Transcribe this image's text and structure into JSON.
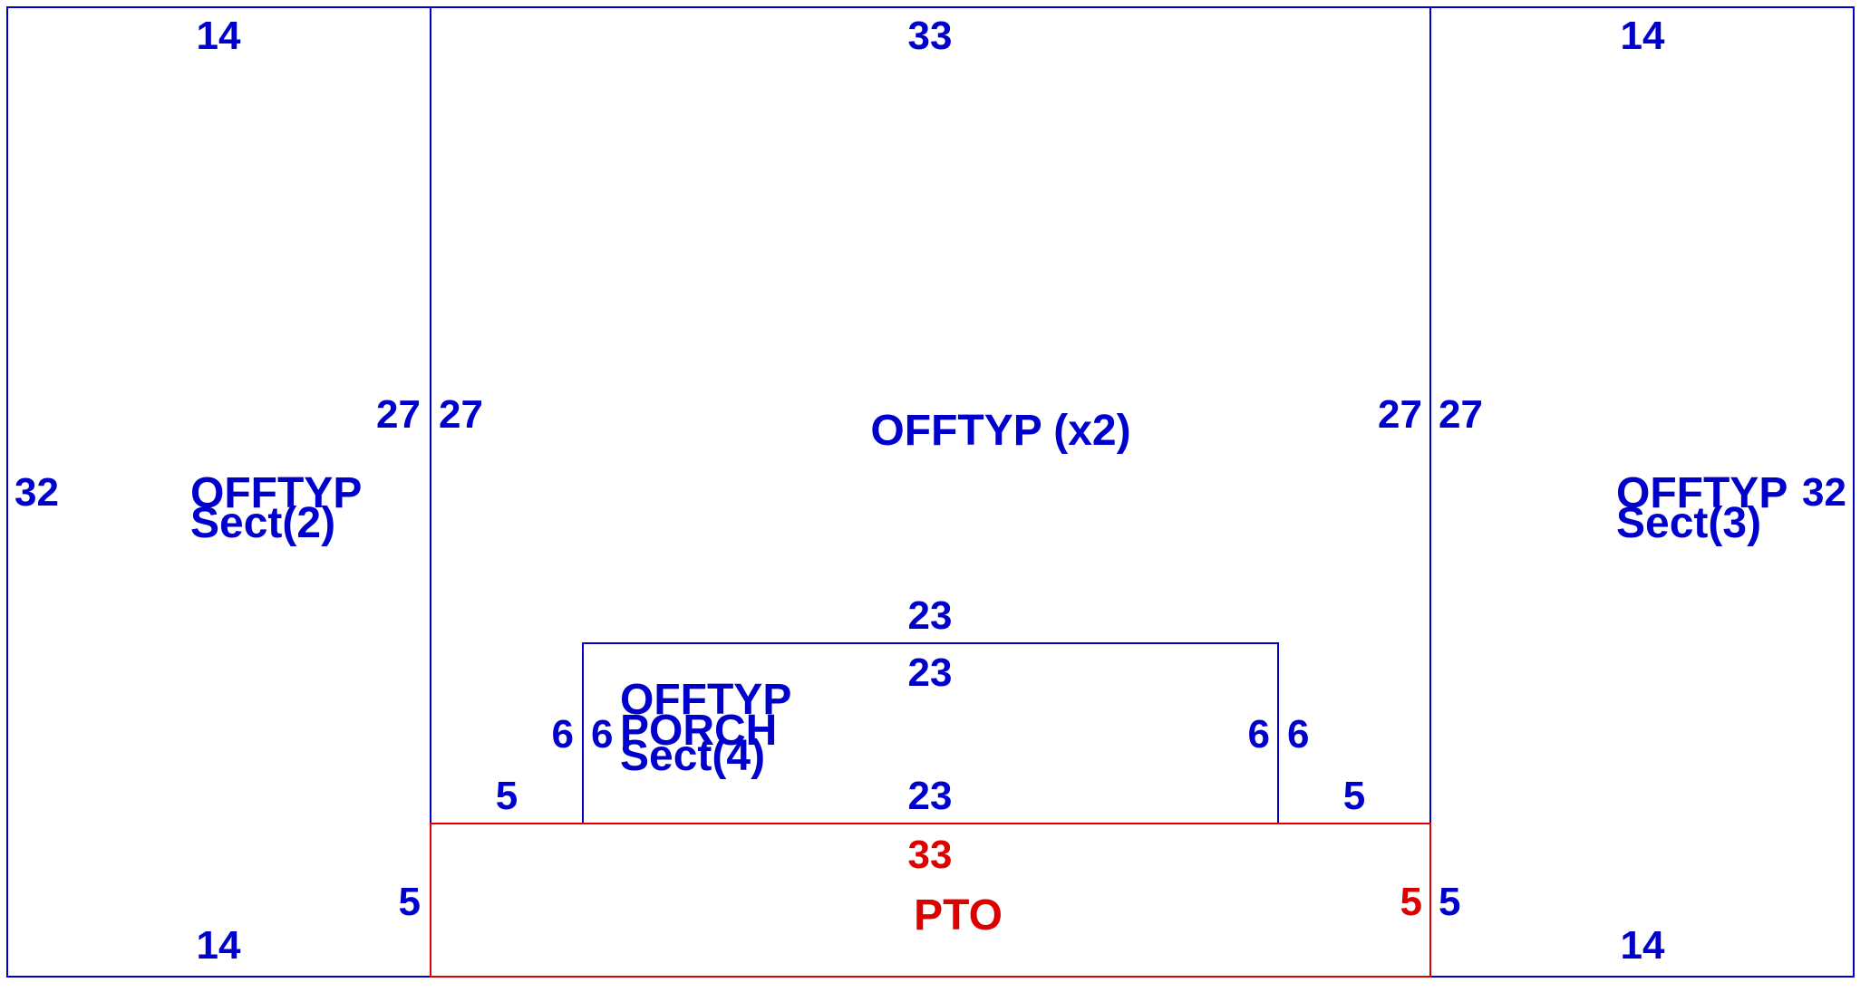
{
  "colors": {
    "line_blue": "#0000cc",
    "line_red": "#dd0000",
    "background": "#ffffff"
  },
  "sections": {
    "left": {
      "name": "OFFTYP",
      "sub": "Sect(2)",
      "top": "14",
      "bottom": "14",
      "outer_side": "32",
      "inner_upper": "27",
      "inner_lower": "5"
    },
    "main": {
      "name": "OFFTYP (x2)",
      "top": "33",
      "left_side": "27",
      "right_side": "27",
      "left_step": "5",
      "right_step": "5"
    },
    "right": {
      "name": "OFFTYP",
      "sub": "Sect(3)",
      "top": "14",
      "bottom": "14",
      "outer_side": "32",
      "inner_upper": "27",
      "inner_lower": "5"
    },
    "porch": {
      "name1": "OFFTYP",
      "name2": "PORCH",
      "sub": "Sect(4)",
      "top_outer": "23",
      "top_inner": "23",
      "bottom": "23",
      "left_outer": "6",
      "left_inner": "6",
      "right_outer": "6",
      "right_inner": "6"
    },
    "pto": {
      "name": "PTO",
      "top": "33",
      "side": "5"
    }
  }
}
